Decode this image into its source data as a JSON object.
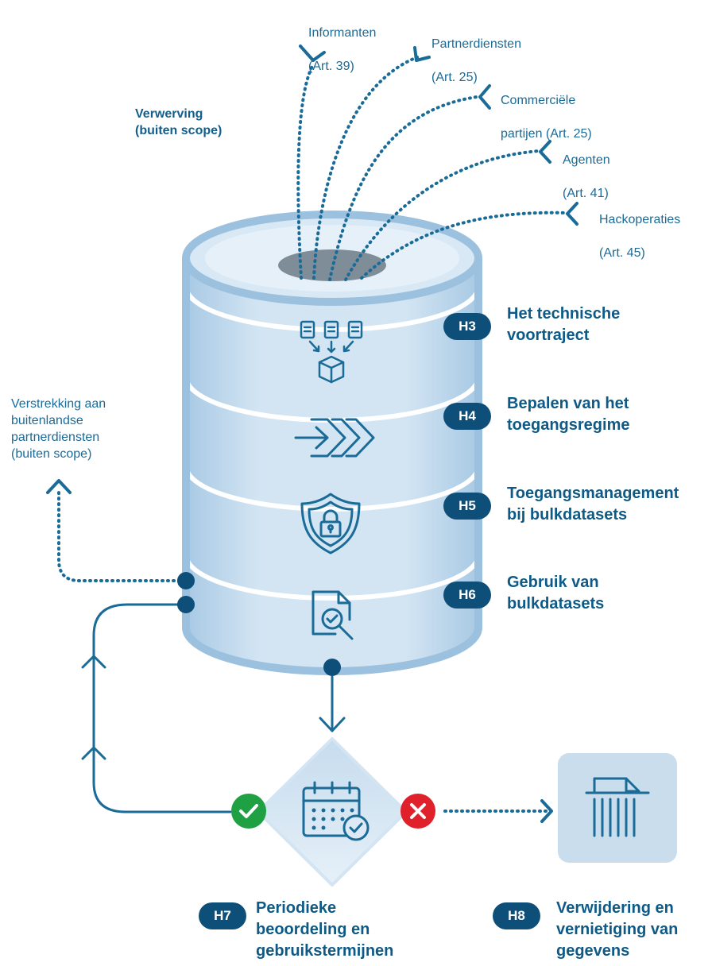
{
  "sources": [
    {
      "id": "informanten",
      "line1": "Informanten",
      "line2": "(Art. 39)"
    },
    {
      "id": "partnerdiensten",
      "line1": "Partnerdiensten",
      "line2": "(Art. 25)"
    },
    {
      "id": "commerciele",
      "line1": "Commerciële",
      "line2": "partijen (Art. 25)"
    },
    {
      "id": "agenten",
      "line1": "Agenten",
      "line2": "(Art. 41)"
    },
    {
      "id": "hackoperaties",
      "line1": "Hackoperaties",
      "line2": "(Art. 45)"
    }
  ],
  "acquisition_label": "Verwerving\n(buiten scope)",
  "foreign_label": "Verstrekking aan\nbuitenlandse\npartnerdiensten\n(buiten scope)",
  "chapters": [
    {
      "badge": "H3",
      "title": "Het technische\nvoortraject",
      "icon": "files-to-box-icon"
    },
    {
      "badge": "H4",
      "title": "Bepalen van het\ntoegangsregime",
      "icon": "access-arrows-icon"
    },
    {
      "badge": "H5",
      "title": "Toegangsmanagement\nbij bulkdatasets",
      "icon": "shield-lock-icon"
    },
    {
      "badge": "H6",
      "title": "Gebruik van\nbulkdatasets",
      "icon": "document-search-icon"
    },
    {
      "badge": "H7",
      "title": "Periodieke\nbeoordeling en\ngebruikstermijnen",
      "icon": "calendar-check-icon"
    },
    {
      "badge": "H8",
      "title": "Verwijdering en\nvernietiging van\ngegevens",
      "icon": "shredder-icon"
    }
  ],
  "colors": {
    "primary": "#0e4f7a",
    "cylinder": "#c3dbee",
    "approve": "#1fa043",
    "reject": "#e0212b"
  }
}
